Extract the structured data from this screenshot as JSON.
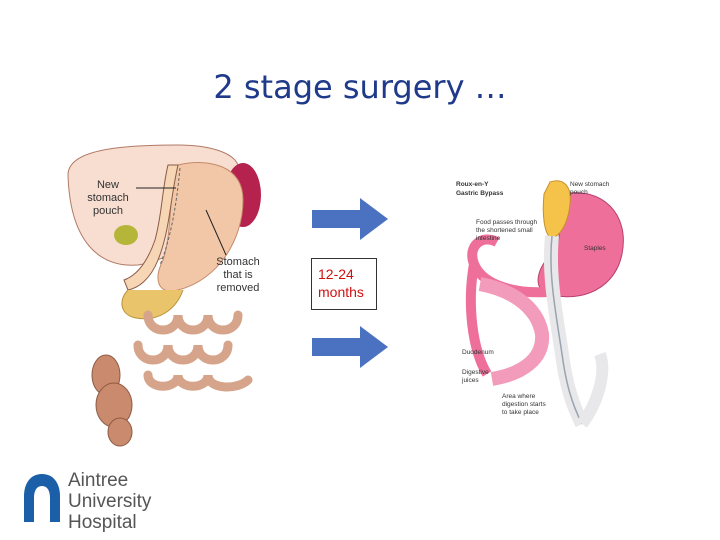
{
  "slide": {
    "title": "2 stage surgery …"
  },
  "left_diagram": {
    "labels": [
      "New",
      "stomach",
      "pouch",
      "Stomach",
      "that is",
      "removed"
    ]
  },
  "middle": {
    "months": [
      "12-24",
      "months"
    ]
  },
  "right_diagram": {
    "labels": [
      "Roux-en-Y",
      "Gastric Bypass",
      "New stomach",
      "pouch",
      "Food passes through",
      "the shortened small",
      "intestine",
      "Staples",
      "Duodenum",
      "Digestive",
      "juices",
      "Area where",
      "digestion starts",
      "to take place"
    ]
  },
  "logo": {
    "lines": [
      "Aintree",
      "University",
      "Hospital"
    ]
  },
  "colors": {
    "title": "#1f3a8a",
    "arrow": "#4a72c0",
    "months_text": "#d01010",
    "logo": "#1b5fa8"
  }
}
